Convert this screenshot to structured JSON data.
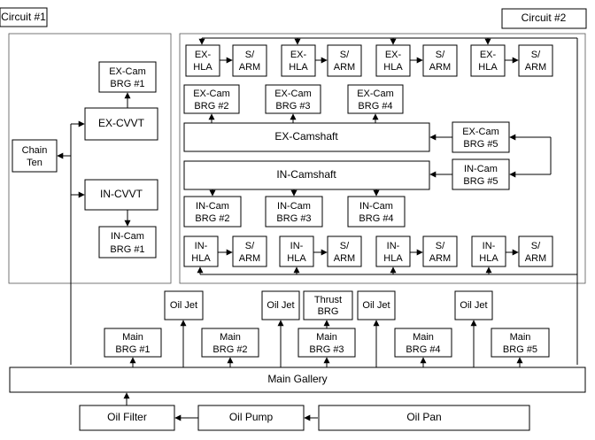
{
  "circuit_labels": {
    "c1": "Circuit #1",
    "c2": "Circuit #2"
  },
  "c1": {
    "ex_cam_brg1": [
      "EX-Cam",
      "BRG #1"
    ],
    "ex_cvvt": "EX-CVVT",
    "chain_ten": [
      "Chain",
      "Ten"
    ],
    "in_cvvt": "IN-CVVT",
    "in_cam_brg1": [
      "IN-Cam",
      "BRG #1"
    ]
  },
  "c2": {
    "ex_hla": [
      "EX-",
      "HLA"
    ],
    "s_arm": [
      "S/",
      "ARM"
    ],
    "in_hla": [
      "IN-",
      "HLA"
    ],
    "ex_cam_brg": [
      [
        "EX-Cam",
        "BRG #2"
      ],
      [
        "EX-Cam",
        "BRG #3"
      ],
      [
        "EX-Cam",
        "BRG #4"
      ]
    ],
    "ex_cam_brg5": [
      "EX-Cam",
      "BRG #5"
    ],
    "ex_camshaft": "EX-Camshaft",
    "in_camshaft": "IN-Camshaft",
    "in_cam_brg5": [
      "IN-Cam",
      "BRG #5"
    ],
    "in_cam_brg": [
      [
        "IN-Cam",
        "BRG #2"
      ],
      [
        "IN-Cam",
        "BRG #3"
      ],
      [
        "IN-Cam",
        "BRG #4"
      ]
    ]
  },
  "lower": {
    "oil_jet": "Oil Jet",
    "thrust_brg": [
      "Thrust",
      "BRG"
    ],
    "main_brg": [
      [
        "Main",
        "BRG #1"
      ],
      [
        "Main",
        "BRG #2"
      ],
      [
        "Main",
        "BRG #3"
      ],
      [
        "Main",
        "BRG #4"
      ],
      [
        "Main",
        "BRG #5"
      ]
    ],
    "main_gallery": "Main Gallery",
    "oil_filter": "Oil Filter",
    "oil_pump": "Oil Pump",
    "oil_pan": "Oil Pan"
  }
}
